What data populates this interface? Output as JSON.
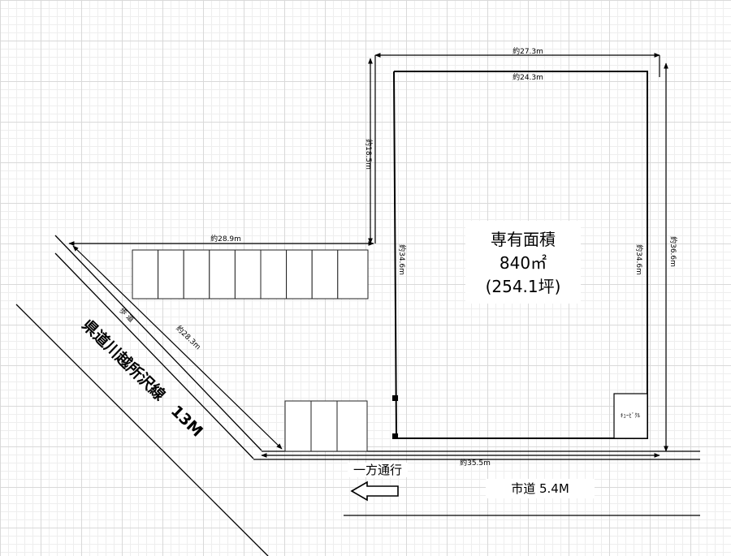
{
  "area": {
    "title": "専有面積",
    "value": "840㎡",
    "tsubo": "(254.1坪)"
  },
  "dimensions": {
    "top_outer": "約27.3m",
    "top_inner": "約24.3m",
    "left_upper": "約18.5m",
    "left_inner": "約34.6m",
    "right_inner": "約34.6m",
    "right_outer": "約36.6m",
    "parking_top": "約28.9m",
    "diagonal": "約28.3m",
    "bottom": "約35.5m"
  },
  "labels": {
    "sidewalk": "歩 道",
    "prefectural_road": "県道川越所沢線　13M",
    "city_road": "市道 5.4M",
    "one_way": "一方通行",
    "corner_box": "ｷｭｰﾋﾞｸﾙ"
  }
}
